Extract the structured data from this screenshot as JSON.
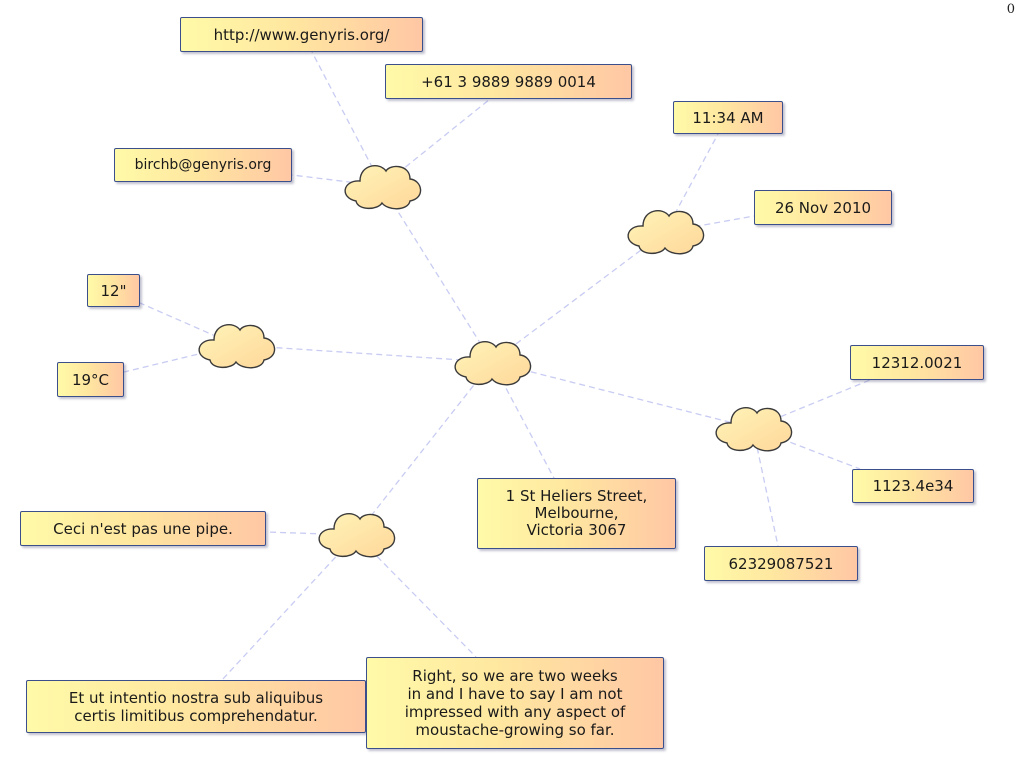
{
  "labels": {
    "url": "http://www.genyris.org/",
    "phone": "+61 3 9889  9889 0014",
    "email": "birchb@genyris.org",
    "time": "11:34 AM",
    "date": "26 Nov 2010",
    "length": "12\"",
    "temperature": "19°C",
    "decimal": "12312.0021",
    "scientific": "1123.4e34",
    "integer": "62329087521",
    "address": "1 St Heliers Street,\nMelbourne,\nVictoria 3067",
    "pipe": "Ceci n'est pas une pipe.",
    "latin": "Et ut intentio nostra sub aliquibus\ncertis limitibus comprehendatur.",
    "moustache": "Right, so we are two weeks\nin and I have to say I am not\nimpressed with any aspect of\nmoustache-growing so far."
  },
  "corner_text": "0",
  "colors": {
    "edge": "#c8ccf2",
    "box_border": "#3a4f8c",
    "cloud_fill": "#ffe39a",
    "cloud_stroke": "#3a3a3a"
  }
}
